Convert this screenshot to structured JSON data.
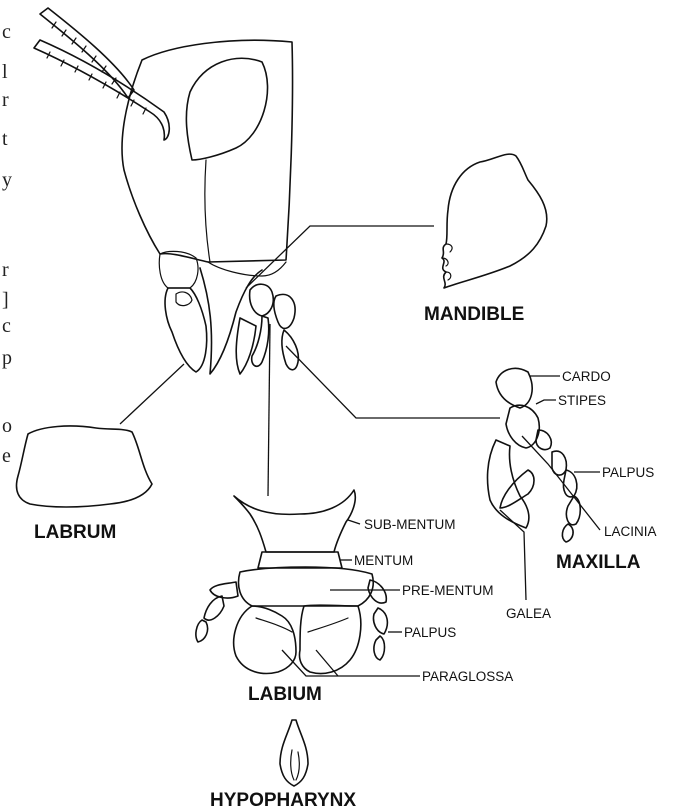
{
  "labels": {
    "mandible": "MANDIBLE",
    "labrum": "LABRUM",
    "maxilla": "MAXILLA",
    "labium": "LABIUM",
    "hypopharynx": "HYPOPHARYNX",
    "cardo": "CARDO",
    "stipes": "STIPES",
    "palpus_maxilla": "PALPUS",
    "lacinia": "LACINIA",
    "galea": "GALEA",
    "sub_mentum": "SUB-MENTUM",
    "mentum": "MENTUM",
    "pre_mentum": "PRE-MENTUM",
    "palpus_labium": "PALPUS",
    "paraglossa": "PARAGLOSSA"
  },
  "margin_text": [
    "c",
    "l",
    "r",
    "t",
    "y",
    "r",
    "]",
    "c",
    "p",
    "o",
    "e"
  ]
}
